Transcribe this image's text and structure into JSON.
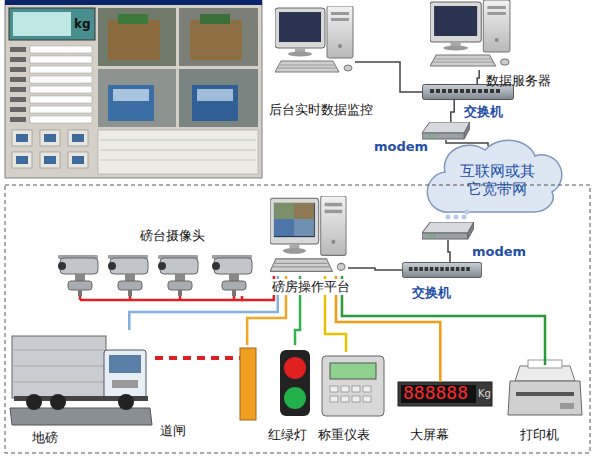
{
  "diagram": {
    "nodes": [
      {
        "text": [
          "后台实时数据监控"
        ]
      },
      {
        "text": [
          "数据服务器"
        ]
      },
      {
        "text": [
          "交换机"
        ]
      },
      {
        "text": [
          "modem"
        ]
      },
      {
        "text": [
          "互联网或其 它宽带网"
        ]
      },
      {
        "text": [
          "modem"
        ]
      },
      {
        "text": [
          "交换机"
        ]
      },
      {
        "text": [
          "磅房操作平台"
        ]
      },
      {
        "text": [
          "磅台摄像头"
        ]
      },
      {
        "text": [
          "地磅"
        ]
      },
      {
        "text": [
          "道闸"
        ]
      },
      {
        "text": [
          "红绿灯"
        ]
      },
      {
        "text": [
          "称重仪表"
        ]
      },
      {
        "text": [
          "大屏幕",
          "888888",
          "Kg"
        ]
      },
      {
        "text": [
          "打印机"
        ]
      }
    ],
    "edges": [
      {
        "from": 0,
        "to": 2,
        "arrow": "none"
      },
      {
        "from": 1,
        "to": 2,
        "arrow": "none"
      },
      {
        "from": 2,
        "to": 3,
        "arrow": "none"
      },
      {
        "from": 3,
        "to": 4,
        "arrow": "none"
      },
      {
        "from": 4,
        "to": 5,
        "arrow": "none"
      },
      {
        "from": 5,
        "to": 6,
        "arrow": "none"
      },
      {
        "from": 6,
        "to": 7,
        "arrow": "none"
      },
      {
        "from": 7,
        "to": 8,
        "arrow": "none"
      },
      {
        "from": 7,
        "to": 9,
        "arrow": "none"
      },
      {
        "from": 7,
        "to": 10,
        "arrow": "none"
      },
      {
        "from": 7,
        "to": 11,
        "arrow": "none"
      },
      {
        "from": 7,
        "to": 12,
        "arrow": "none"
      },
      {
        "from": 7,
        "to": 13,
        "arrow": "none"
      },
      {
        "from": 7,
        "to": 14,
        "arrow": "none"
      }
    ],
    "labels": [
      "kg"
    ]
  }
}
